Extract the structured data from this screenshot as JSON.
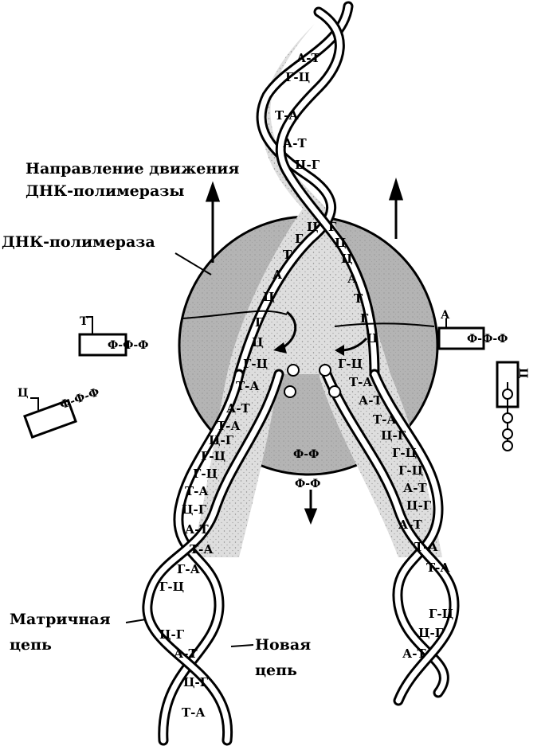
{
  "labels": {
    "direction_line1": "Направление движения",
    "direction_line2": "ДНК-полимеразы",
    "polymerase": "ДНК-полимераза",
    "template_line1": "Матричная",
    "template_line2": "цепь",
    "new_line1": "Новая",
    "new_line2": "цепь"
  },
  "nucleotides": {
    "left_near": {
      "base": "Т",
      "phosphates": "Ф-Ф-Ф"
    },
    "left_far": {
      "base": "Ц",
      "phosphates": "Ф-Ф-Ф"
    },
    "right_near": {
      "base": "А",
      "phosphates": "Ф-Ф-Ф"
    },
    "right_far": {
      "base": "Ц"
    }
  },
  "pyrophosphate": {
    "inside": "Ф-Ф",
    "released": "Ф-Ф"
  },
  "phosphate_symbol": "Ф",
  "pair_labels": {
    "top_helix": [
      "А-Т",
      "Г-Ц",
      "Т-А",
      "А-Т",
      "Ц-Г"
    ],
    "fork_left": [
      "Ц",
      "Г",
      "Т",
      "А",
      "Ц",
      "Г",
      "Ц"
    ],
    "fork_right": [
      "Г",
      "Ц",
      "Ц",
      "А",
      "Т",
      "Г",
      "Ц"
    ],
    "left_lower": [
      "Г-Ц",
      "Т-А",
      "А-Т",
      "Т-А",
      "Ц-Г",
      "Г-Ц",
      "Г-Ц",
      "Т-А",
      "Ц-Г",
      "А-Т",
      "Т-А",
      "Г-А",
      "Г-Ц",
      "Ц-Г",
      "А-Т",
      "Ц-Г",
      "Т-А"
    ],
    "right_lower": [
      "Г-Ц",
      "Т-А",
      "А-Т",
      "Т-А",
      "Ц-Г",
      "Г-Ц",
      "Г-Ц",
      "А-Т",
      "Ц-Г",
      "А-Т",
      "Т-А",
      "Т-А",
      "Г-Ц",
      "Ц-Г",
      "А-Т"
    ]
  },
  "colors": {
    "ink": "#000000",
    "polymerase_fill": "#b4b4b4",
    "interior_fill": "#dedede",
    "strand_fill": "#ffffff"
  }
}
